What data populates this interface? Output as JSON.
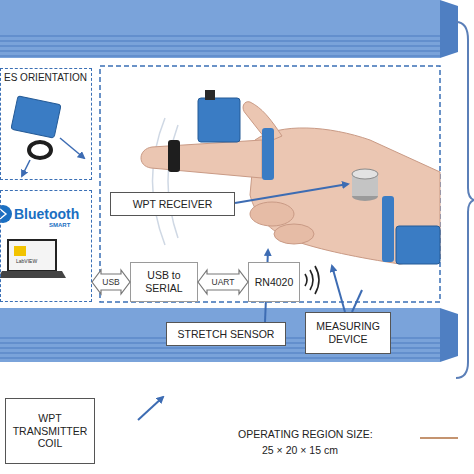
{
  "diagram": {
    "nodes": [
      {
        "text": [
          "ES ORIENTATION"
        ]
      },
      {
        "text": [
          "Bluetooth",
          "SMART"
        ]
      },
      {
        "text": [
          "WPT RECEIVER"
        ]
      },
      {
        "text": [
          "USB to SERIAL"
        ]
      },
      {
        "text": [
          "RN4020"
        ]
      },
      {
        "text": [
          "STRETCH SENSOR"
        ]
      },
      {
        "text": [
          "MEASURING DEVICE"
        ]
      },
      {
        "text": [
          "WPT TRANSMITTER COIL"
        ]
      }
    ],
    "edges": [
      {
        "from": 1,
        "to": 3,
        "arrow": "both",
        "label": "USB"
      },
      {
        "from": 3,
        "to": 4,
        "arrow": "both",
        "label": "UART"
      }
    ],
    "labels": [
      "LabVIEW",
      "OPERATING REGION SIZE:",
      "25 × 20 × 15 cm"
    ]
  }
}
